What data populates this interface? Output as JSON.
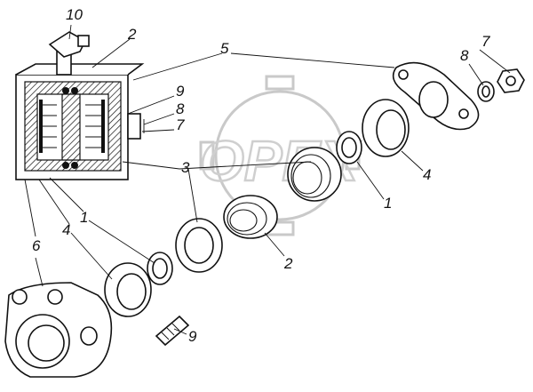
{
  "watermark": {
    "text": "OPEX"
  },
  "callouts": {
    "c10": "10",
    "c2_top": "2",
    "c5": "5",
    "c7_top": "7",
    "c8_top": "8",
    "c9_side": "9",
    "c8_side": "8",
    "c7_side": "7",
    "c3": "3",
    "c4_right": "4",
    "c1_right": "1",
    "c1_left": "1",
    "c4_left": "4",
    "c6": "6",
    "c2_bottom": "2",
    "c9_bottom": "9"
  },
  "colors": {
    "ink": "#111111",
    "watermark": "#c9c9c9",
    "background": "#ffffff"
  }
}
